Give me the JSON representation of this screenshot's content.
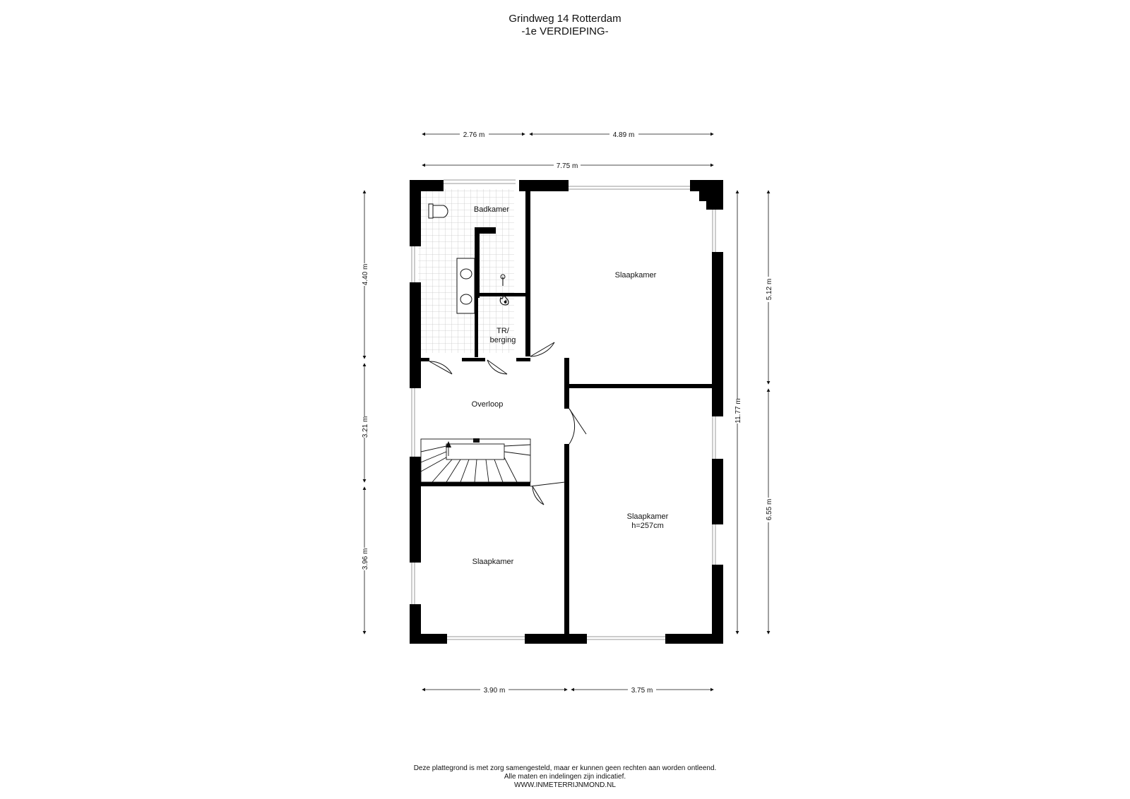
{
  "header": {
    "address": "Grindweg 14 Rotterdam",
    "floor": "-1e VERDIEPING-"
  },
  "rooms": {
    "badkamer": "Badkamer",
    "slaapkamer_top": "Slaapkamer",
    "tr_line1": "TR/",
    "tr_line2": "berging",
    "overloop": "Overloop",
    "slaapkamer_right_line1": "Slaapkamer",
    "slaapkamer_right_line2": "h=257cm",
    "slaapkamer_bottom": "Slaapkamer"
  },
  "dimensions": {
    "top_left": "2.76 m",
    "top_right": "4.89 m",
    "top_total": "7.75 m",
    "left_top": "4.40 m",
    "left_middle": "3.21 m",
    "left_bottom": "3.96 m",
    "right_total": "11.77 m",
    "far_right_top": "5.12 m",
    "far_right_bottom": "6.55 m",
    "bottom_left": "3.90 m",
    "bottom_right": "3.75 m"
  },
  "footer": {
    "line1": "Deze plattegrond is met zorg samengesteld, maar er kunnen geen rechten aan worden ontleend.",
    "line2": "Alle maten en indelingen zijn indicatief.",
    "line3": "WWW.INMETERRIJNMOND.NL"
  },
  "colors": {
    "wall": "#000000",
    "window": "#9a9a9a",
    "tile_grid": "#c8c8c8"
  },
  "icons": [
    "toilet-icon",
    "sink-icon",
    "shower-icon",
    "boiler-flame-icon",
    "stair-arrow-icon"
  ]
}
